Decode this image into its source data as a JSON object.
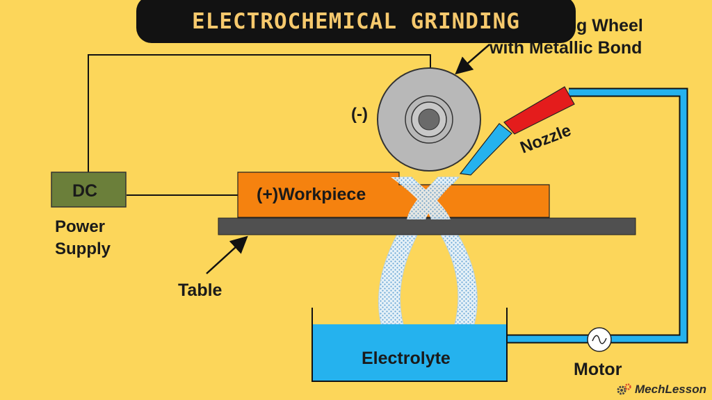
{
  "title": "ELECTROCHEMICAL GRINDING",
  "labels": {
    "wheel_line1": "g Wheel",
    "wheel_line2": "with Metallic Bond",
    "negative": "(-)",
    "nozzle": "Nozzle",
    "dc": "DC",
    "power_line1": "Power",
    "power_line2": "Supply",
    "workpiece": "(+)Workpiece",
    "table": "Table",
    "electrolyte": "Electrolyte",
    "motor": "Motor"
  },
  "watermark": "MechLesson",
  "icons": {
    "motor": "motor-symbol-icon",
    "watermark": "gear-icon"
  },
  "colors": {
    "background": "#fcd65a",
    "banner": "#121212",
    "title_text": "#f6c96d",
    "dc_box": "#6b7f3a",
    "workpiece": "#f5820f",
    "table": "#505050",
    "wheel": "#b8b8b8",
    "pipe": "#25b2ee",
    "nozzle_tip": "#e41c1c",
    "electrolyte": "#25b2ee"
  }
}
